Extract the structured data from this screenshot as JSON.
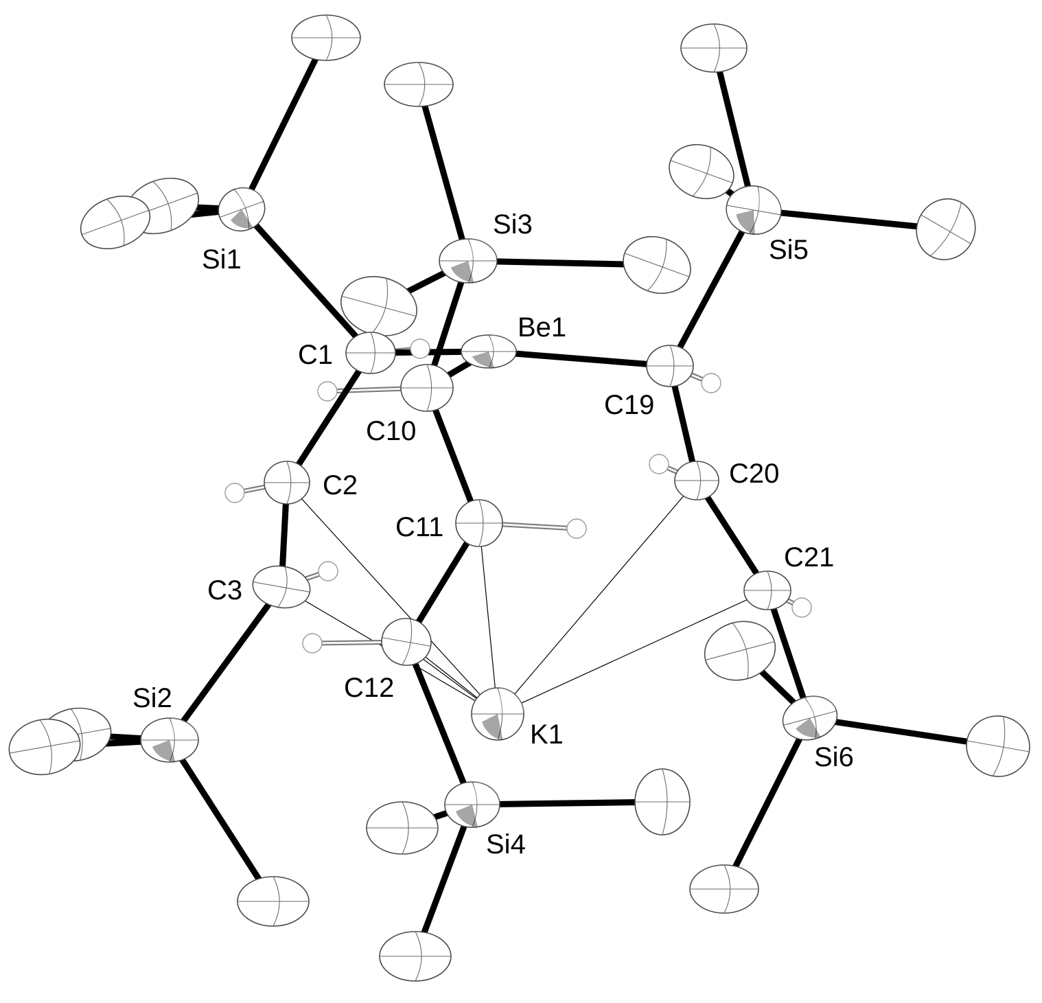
{
  "figure": {
    "atoms": [
      {
        "id": "Si1",
        "label": "Si1",
        "element": "Si"
      },
      {
        "id": "Si2",
        "label": "Si2",
        "element": "Si"
      },
      {
        "id": "Si3",
        "label": "Si3",
        "element": "Si"
      },
      {
        "id": "Si4",
        "label": "Si4",
        "element": "Si"
      },
      {
        "id": "Si5",
        "label": "Si5",
        "element": "Si"
      },
      {
        "id": "Si6",
        "label": "Si6",
        "element": "Si"
      },
      {
        "id": "Be1",
        "label": "Be1",
        "element": "Be"
      },
      {
        "id": "K1",
        "label": "K1",
        "element": "K"
      },
      {
        "id": "C1",
        "label": "C1",
        "element": "C"
      },
      {
        "id": "C2",
        "label": "C2",
        "element": "C"
      },
      {
        "id": "C3",
        "label": "C3",
        "element": "C"
      },
      {
        "id": "C10",
        "label": "C10",
        "element": "C"
      },
      {
        "id": "C11",
        "label": "C11",
        "element": "C"
      },
      {
        "id": "C12",
        "label": "C12",
        "element": "C"
      },
      {
        "id": "C19",
        "label": "C19",
        "element": "C"
      },
      {
        "id": "C20",
        "label": "C20",
        "element": "C"
      },
      {
        "id": "C21",
        "label": "C21",
        "element": "C"
      }
    ],
    "colors": {
      "Si": "#1f6fc4",
      "Be": "#1e9a33",
      "K": "#7a2ad1",
      "C": "#ffffff",
      "bond": "#000000",
      "hydrogen_bond": "#888888"
    }
  }
}
